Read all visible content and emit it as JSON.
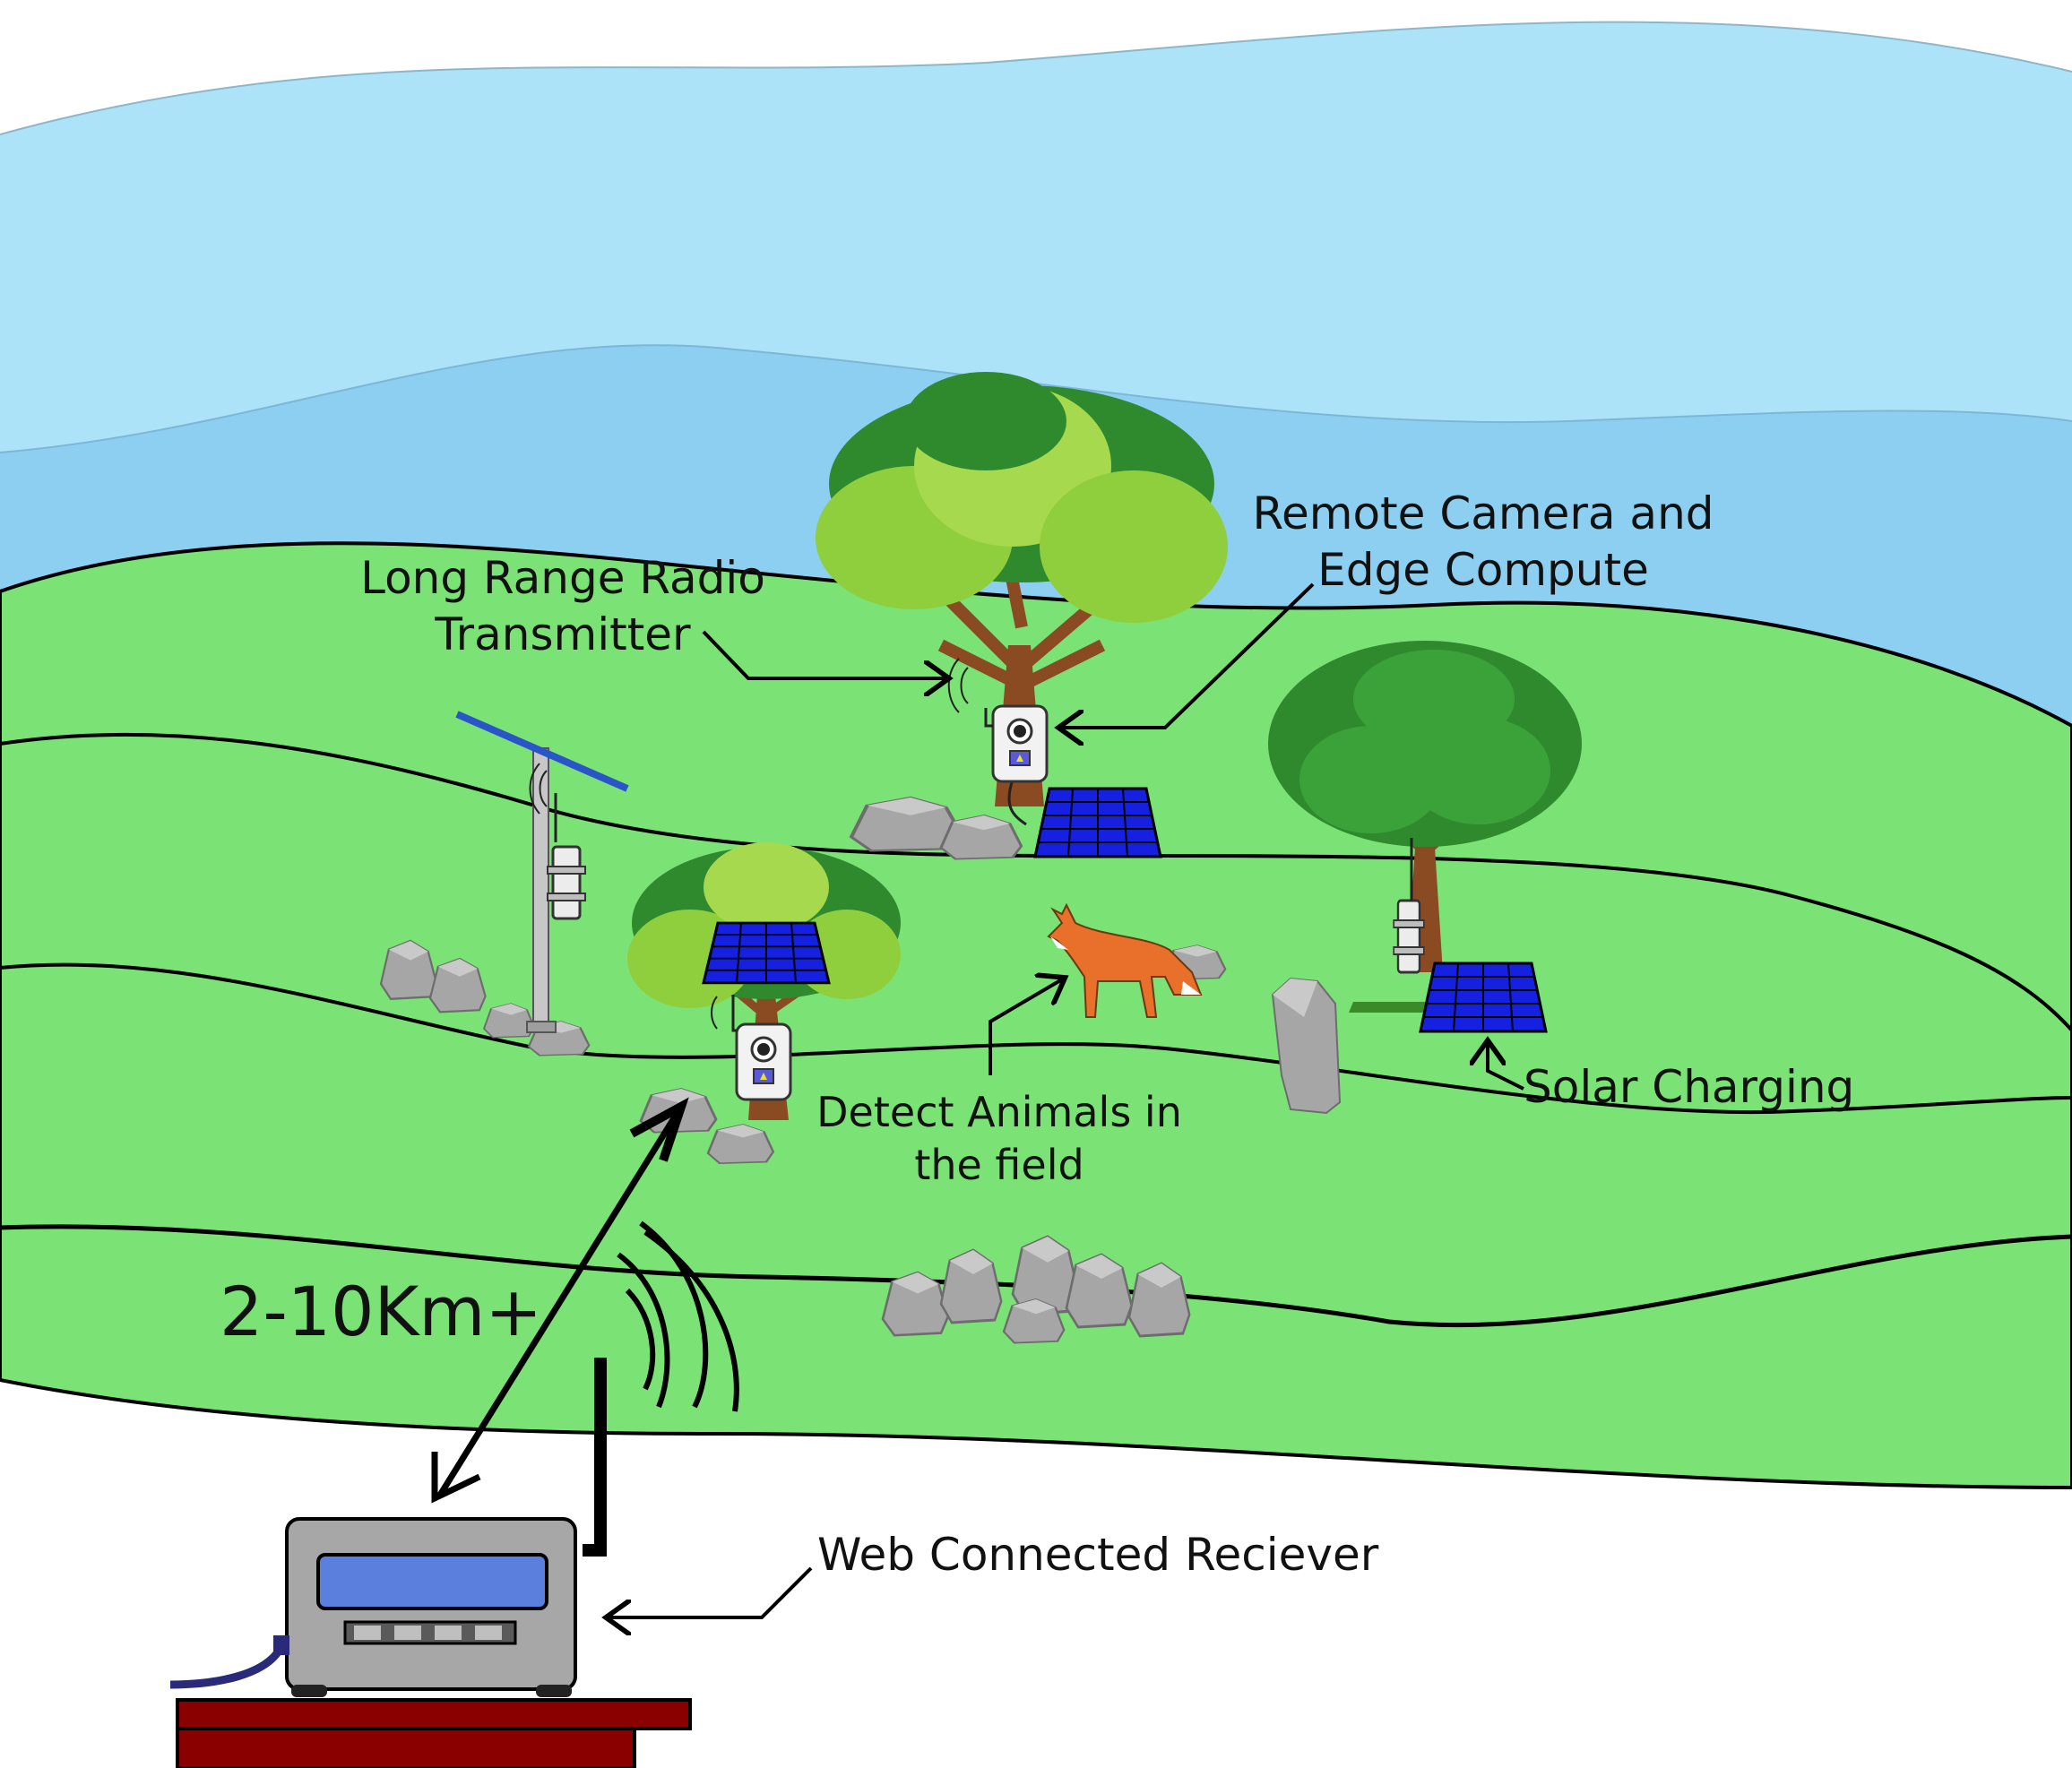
{
  "labels": {
    "radio_line1": "Long Range Radio",
    "radio_line2": "Transmitter",
    "camera_line1": "Remote Camera and",
    "camera_line2": "Edge Compute",
    "solar": "Solar Charging",
    "detect_line1": "Detect Animals in",
    "detect_line2": "the field",
    "range": "2-10Km+",
    "receiver": "Web Connected Reciever"
  },
  "colors": {
    "sky_light": "#ade3f8",
    "sky_mid": "#8ccff0",
    "grass": "#7be276",
    "grass_edge": "#000000",
    "panel": "#1620e0",
    "rock": "#9e9e9e",
    "tree_light": "#8fce3c",
    "tree_dark": "#2f8a2d",
    "trunk": "#8a4b23",
    "fox": "#e8702a",
    "receiver_body": "#a7a7a7",
    "receiver_screen": "#5a7fdc",
    "table": "#8a0000"
  },
  "icons": [
    "tree-icon",
    "solar-panel-icon",
    "camera-trap-icon",
    "radio-pole-icon",
    "fox-icon",
    "rock-icon",
    "receiver-icon",
    "antenna-icon"
  ]
}
